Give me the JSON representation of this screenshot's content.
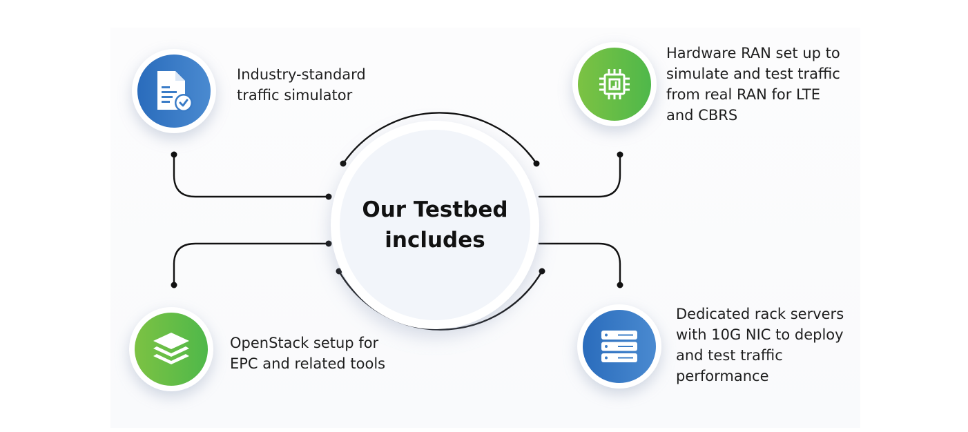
{
  "hub": {
    "title_line1": "Our Testbed",
    "title_line2": "includes"
  },
  "features": [
    {
      "id": "traffic-simulator",
      "icon": "document-check-icon",
      "color": "#2f70bf",
      "lines": [
        "Industry-standard",
        "traffic simulator"
      ]
    },
    {
      "id": "hardware-ran",
      "icon": "chip-icon",
      "color": "#62bb46",
      "lines": [
        "Hardware RAN set up to",
        "simulate and test traffic",
        "from real RAN for LTE",
        "and CBRS"
      ]
    },
    {
      "id": "openstack",
      "icon": "layers-icon",
      "color": "#62bb46",
      "lines": [
        "OpenStack setup for",
        "EPC and related tools"
      ]
    },
    {
      "id": "rack-servers",
      "icon": "server-rack-icon",
      "color": "#2f70bf",
      "lines": [
        "Dedicated rack servers",
        "with 10G NIC to deploy",
        "and test traffic",
        "performance"
      ]
    }
  ]
}
